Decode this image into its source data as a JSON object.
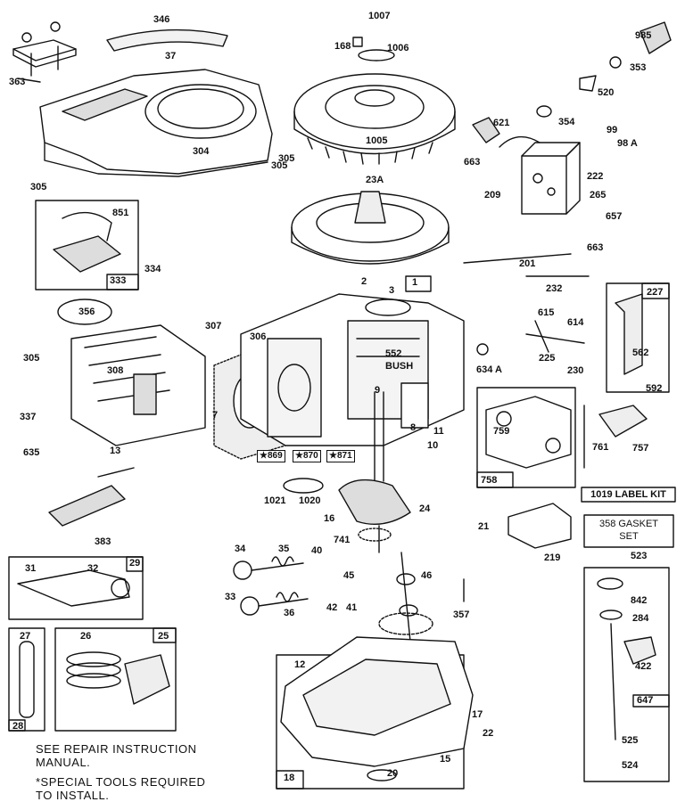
{
  "callouts": [
    "346",
    "37",
    "363",
    "304",
    "305",
    "305",
    "1007",
    "168",
    "1006",
    "1005",
    "305",
    "23A",
    "985",
    "353",
    "520",
    "621",
    "354",
    "99",
    "98 A",
    "663",
    "222",
    "209",
    "265",
    "657",
    "663",
    "201",
    "232",
    "851",
    "334",
    "333",
    "356",
    "307",
    "306",
    "2",
    "3",
    "1",
    "552",
    "BUSH",
    "9",
    "8",
    "11",
    "10",
    "305",
    "308",
    "7",
    "337",
    "635",
    "13",
    "634 A",
    "615",
    "614",
    "225",
    "230",
    "227",
    "562",
    "592",
    "759",
    "761",
    "757",
    "758",
    "383",
    "1021",
    "1020",
    "16",
    "24",
    "21",
    "219",
    "34",
    "35",
    "40",
    "31",
    "32",
    "29",
    "33",
    "36",
    "42",
    "41",
    "45",
    "46",
    "741",
    "357",
    "523",
    "842",
    "284",
    "422",
    "647",
    "27",
    "26",
    "25",
    "28",
    "12",
    "17",
    "22",
    "15",
    "20",
    "18",
    "525",
    "524"
  ],
  "special_tools": [
    "★869",
    "★870",
    "★871"
  ],
  "label_kit": "1019 LABEL KIT",
  "gasket_set": [
    "358 GASKET",
    "SET"
  ],
  "notes": {
    "repair_line1": "SEE REPAIR INSTRUCTION",
    "repair_line2": "MANUAL.",
    "tools_line1": "*SPECIAL TOOLS REQUIRED",
    "tools_line2": "TO INSTALL."
  }
}
